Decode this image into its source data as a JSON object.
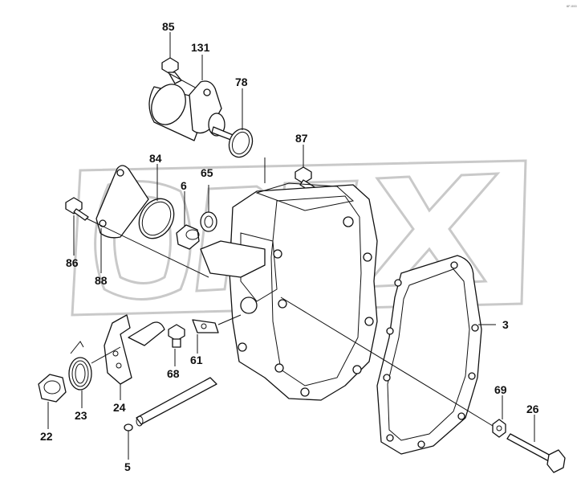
{
  "diagram": {
    "corner_code": "6F-000",
    "watermark_text": "OPEX",
    "callouts": {
      "c85": "85",
      "c131": "131",
      "c78": "78",
      "c87": "87",
      "c84": "84",
      "c6": "6",
      "c65": "65",
      "c86": "86",
      "c88": "88",
      "c3": "3",
      "c69": "69",
      "c26": "26",
      "c68": "68",
      "c61": "61",
      "c22": "22",
      "c23": "23",
      "c24": "24",
      "c5": "5"
    }
  }
}
